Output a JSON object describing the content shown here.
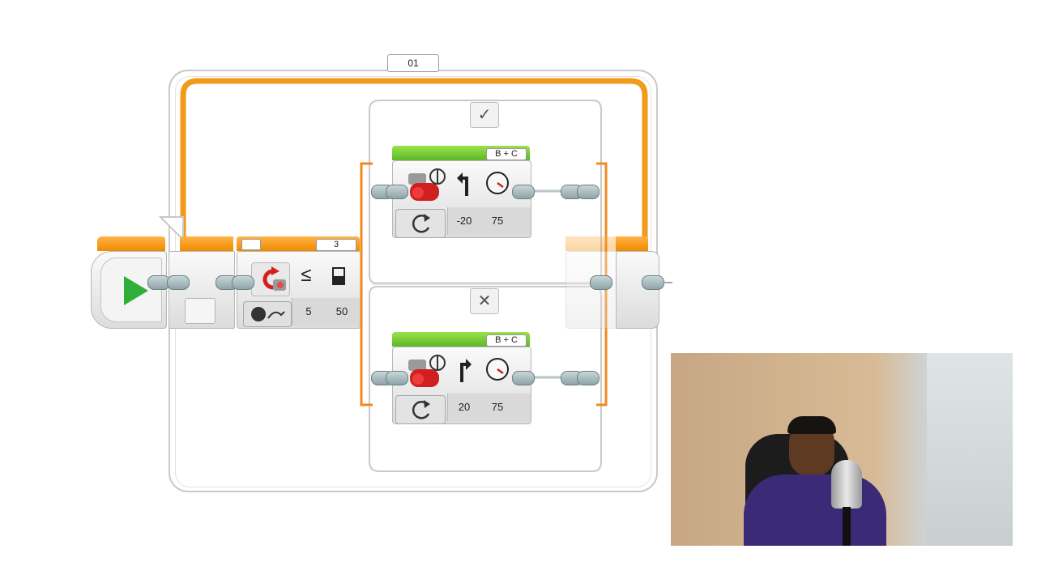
{
  "loop": {
    "label": "01"
  },
  "switch": {
    "true_label": "✓",
    "false_label": "✕"
  },
  "color_block": {
    "count": "3",
    "comparison": "≤",
    "compare_value": "5",
    "threshold": "50"
  },
  "steering_top": {
    "ports": "B + C",
    "steering": "-20",
    "power": "75"
  },
  "steering_bottom": {
    "ports": "B + C",
    "steering": "20",
    "power": "75"
  },
  "colors": {
    "orange": "#f39a1c",
    "green": "#6cc43a",
    "play_green": "#2fae3a",
    "frame_grey": "#c8c8c8"
  },
  "icons": [
    "play-icon",
    "color-sensor-icon",
    "reflected-light-icon",
    "less-equal-icon",
    "threshold-icon",
    "large-motor-icon",
    "steering-icon",
    "turn-left-icon",
    "turn-right-icon",
    "power-gauge-icon",
    "rotation-mode-icon",
    "check-icon",
    "cross-icon"
  ]
}
